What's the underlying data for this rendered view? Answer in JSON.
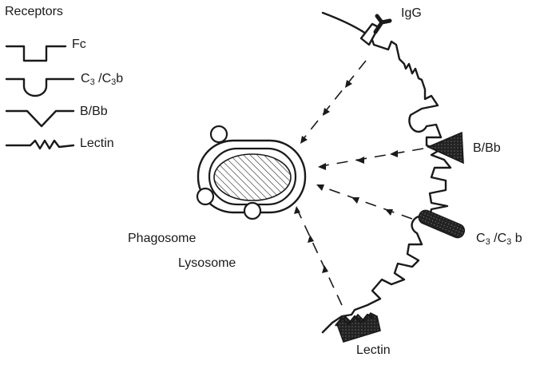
{
  "legend": {
    "title": "Receptors",
    "items": [
      {
        "key": "fc",
        "label": "Fc"
      },
      {
        "key": "c3",
        "label_main": "C",
        "label_sub": "3",
        "label_sep": " /C",
        "label_sub2": "3",
        "label_tail": "b"
      },
      {
        "key": "b",
        "label": "B/Bb"
      },
      {
        "key": "lectin",
        "label": "Lectin"
      }
    ]
  },
  "labels": {
    "igg": "IgG",
    "bbb": "B/Bb",
    "c3_main": "C",
    "c3_sub": "3",
    "c3_sep": " /C",
    "c3_sub2": "3",
    "c3_tail": " b",
    "lectin": "Lectin",
    "phagosome": "Phagosome",
    "lysosome": "Lysosome"
  },
  "colors": {
    "ink": "#1a1a1a",
    "background": "#ffffff"
  }
}
